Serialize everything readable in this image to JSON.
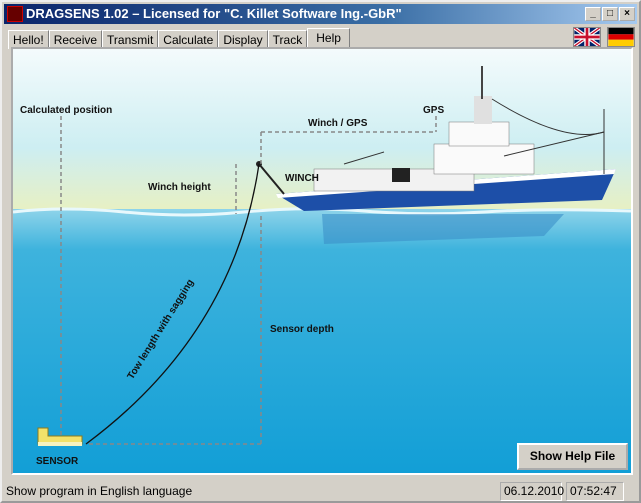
{
  "window": {
    "title": "DRAGSENS 1.02 – Licensed for \"C. Killet Software Ing.-GbR\"",
    "min": "_",
    "max": "□",
    "close": "×"
  },
  "tabs": [
    {
      "label": "Hello!"
    },
    {
      "label": "Receive"
    },
    {
      "label": "Transmit"
    },
    {
      "label": "Calculate"
    },
    {
      "label": "Display"
    },
    {
      "label": "Track"
    },
    {
      "label": "Help"
    }
  ],
  "diagram": {
    "calculated_position": "Calculated position",
    "gps": "GPS",
    "winch_gps": "Winch / GPS",
    "winch_height": "Winch height",
    "winch": "WINCH",
    "sensor_depth": "Sensor depth",
    "tow_length": "Tow length with sagging",
    "sensor": "SENSOR"
  },
  "help_button": "Show Help File",
  "status": {
    "message": "Show program in English language",
    "date": "06.12.2010",
    "time": "07:52:47"
  },
  "colors": {
    "sea": "#1aa6d8",
    "titlebar": "#0a246a"
  }
}
